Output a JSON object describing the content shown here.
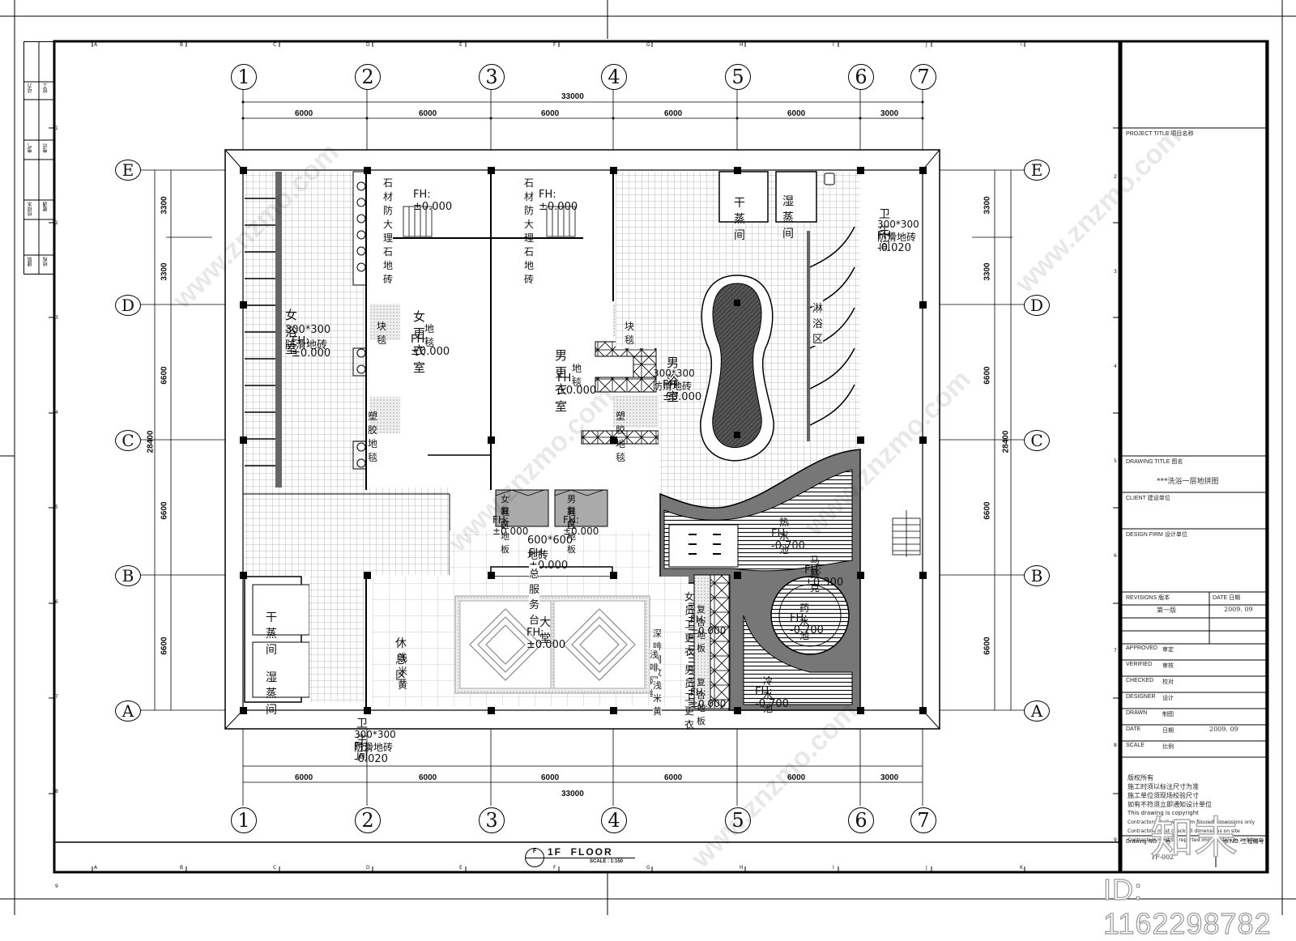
{
  "sheet": {
    "border_col_letters": [
      "A",
      "B",
      "C",
      "D",
      "E",
      "F",
      "G",
      "H",
      "I",
      "J",
      "K"
    ],
    "border_row_numbers": [
      "1",
      "2",
      "3",
      "4",
      "5",
      "6",
      "7",
      "8",
      "9"
    ],
    "left_strip": [
      {
        "a": "动力",
        "b": "校工"
      },
      {
        "a": "电气",
        "b": "电讯"
      },
      {
        "a": "给排水",
        "b": "暖通"
      },
      {
        "a": "建筑",
        "b": "结构"
      }
    ]
  },
  "grid": {
    "col_axes": [
      "1",
      "2",
      "3",
      "4",
      "5",
      "6",
      "7"
    ],
    "row_axes": [
      "E",
      "D",
      "C",
      "B",
      "A"
    ],
    "col_spans": [
      "6000",
      "6000",
      "6000",
      "6000",
      "6000",
      "3000"
    ],
    "col_total": "33000",
    "row_spans": [
      "3300",
      "3300",
      "6600",
      "6600",
      "6600"
    ],
    "row_total": "28400"
  },
  "rooms": {
    "women_bath": {
      "name": "女浴室",
      "finish": "300*300防滑地砖",
      "fh": "FH: ±0.000"
    },
    "women_locker": {
      "name": "女更衣室",
      "finish": "地毯",
      "fh": "FH: ±0.000"
    },
    "men_locker": {
      "name": "男更衣室",
      "finish": "地毯",
      "fh": "FH: ±0.000"
    },
    "men_bath": {
      "name": "男浴室",
      "finish": "300*300防滑地砖",
      "fh": "FH: ±0.000"
    },
    "stair_w": {
      "finish": "石材防大理石地砖",
      "fh": "FH: ±0.000"
    },
    "stair_m": {
      "finish": "石材防大理石地砖",
      "fh": "FH: ±0.000"
    },
    "rug_w": "块毯",
    "rug_m": "块毯",
    "plastic_w": "塑胶地毯",
    "plastic_m": "塑胶地毯",
    "dry_sauna_ne": "干蒸间",
    "wet_sauna_ne": "湿蒸间",
    "wc_ne": {
      "name": "卫生间",
      "finish": "300*300防滑地砖",
      "fh": "FH: -0.020"
    },
    "shower": "淋浴区",
    "shoe_w": {
      "name": "女鞋区",
      "finish": "复合地板",
      "fh": "FH: ±0.000"
    },
    "shoe_m": {
      "name": "男鞋区",
      "finish": "复合地板",
      "fh": "FH: ±0.000"
    },
    "entry": {
      "finish": "600*600地砖",
      "fh": "FH: ±0.000"
    },
    "front_desk": "总服务台",
    "hot_pool": {
      "name": "热水池",
      "fh": "FH: -0.700"
    },
    "mosaic": {
      "name": "马赛克",
      "fh": "FH: ±0.300"
    },
    "herb_pool": {
      "name": "药水池",
      "fh": "FH: -0.700"
    },
    "cold_pool": {
      "name": "冷水池",
      "fh": "FH: -0.700"
    },
    "staff_w": {
      "name": "女员工更衣",
      "finish": "复合地板",
      "fh": "FH: ±0.000"
    },
    "staff_m": {
      "name": "男员工更衣",
      "finish": "复合地板",
      "fh": "FH: ±0.000"
    },
    "lobby": {
      "name": "大堂",
      "fh": "FH: ±0.000"
    },
    "lounge": {
      "name": "休息区",
      "finish": "浅米黄"
    },
    "dry_sauna_sw": "干蒸间",
    "wet_sauna_sw": "湿蒸间",
    "wc_sw": {
      "name": "卫生间",
      "finish": "300*300防滑地砖",
      "fh": "FH: -0.020"
    },
    "legend_dark": "深啡网纹",
    "legend_light": "浅啡网纹",
    "legend_beige": "浅米黄"
  },
  "drawing_label": {
    "axis": "F",
    "title": "1F  FLOOR",
    "scale": "SCALE : 1:150"
  },
  "title_block": {
    "project_title": "PROJECT TITLE  项目名称",
    "drawing_title": "DRAWING TITLE  图名",
    "drawing_title_value": "***洗浴一层地拼图",
    "client": "CLIENT  建设单位",
    "design_firm": "DESIGN FIRM  设计单位",
    "revisions": "REVISIONS  版本",
    "revisions_date": "DATE  日期",
    "revision_value": "第一版",
    "revision_date_value": "2009. 09",
    "rows": [
      {
        "en": "APPROVED",
        "zh": "审定",
        "val": ""
      },
      {
        "en": "VERIFIED",
        "zh": "审核",
        "val": ""
      },
      {
        "en": "CHECKED",
        "zh": "校对",
        "val": ""
      },
      {
        "en": "DESIGNER",
        "zh": "设计",
        "val": ""
      },
      {
        "en": "DRAWN",
        "zh": "制图",
        "val": ""
      },
      {
        "en": "DATE",
        "zh": "日期",
        "val": "2009. 09"
      },
      {
        "en": "SCALE",
        "zh": "比例",
        "val": ""
      }
    ],
    "notes": [
      "版权所有",
      "施工时须以标注尺寸为准",
      "施工单位须现场校验尺寸",
      "如有不符须立即通知设计单位",
      "This drawing is copyright",
      "Contractors shall work from figured dimensions only",
      "Contractors must check all dimensions on site",
      "Contractors must be reported immediately to architects"
    ],
    "drawing_no_label": "Drawing NO. 图号",
    "drawing_no_value": "1F-002",
    "job_no_label": "Job NO. 工程编号"
  },
  "watermark": {
    "site": "www.znzmo.com",
    "brand": "知末",
    "id": "ID: 1162298782"
  }
}
